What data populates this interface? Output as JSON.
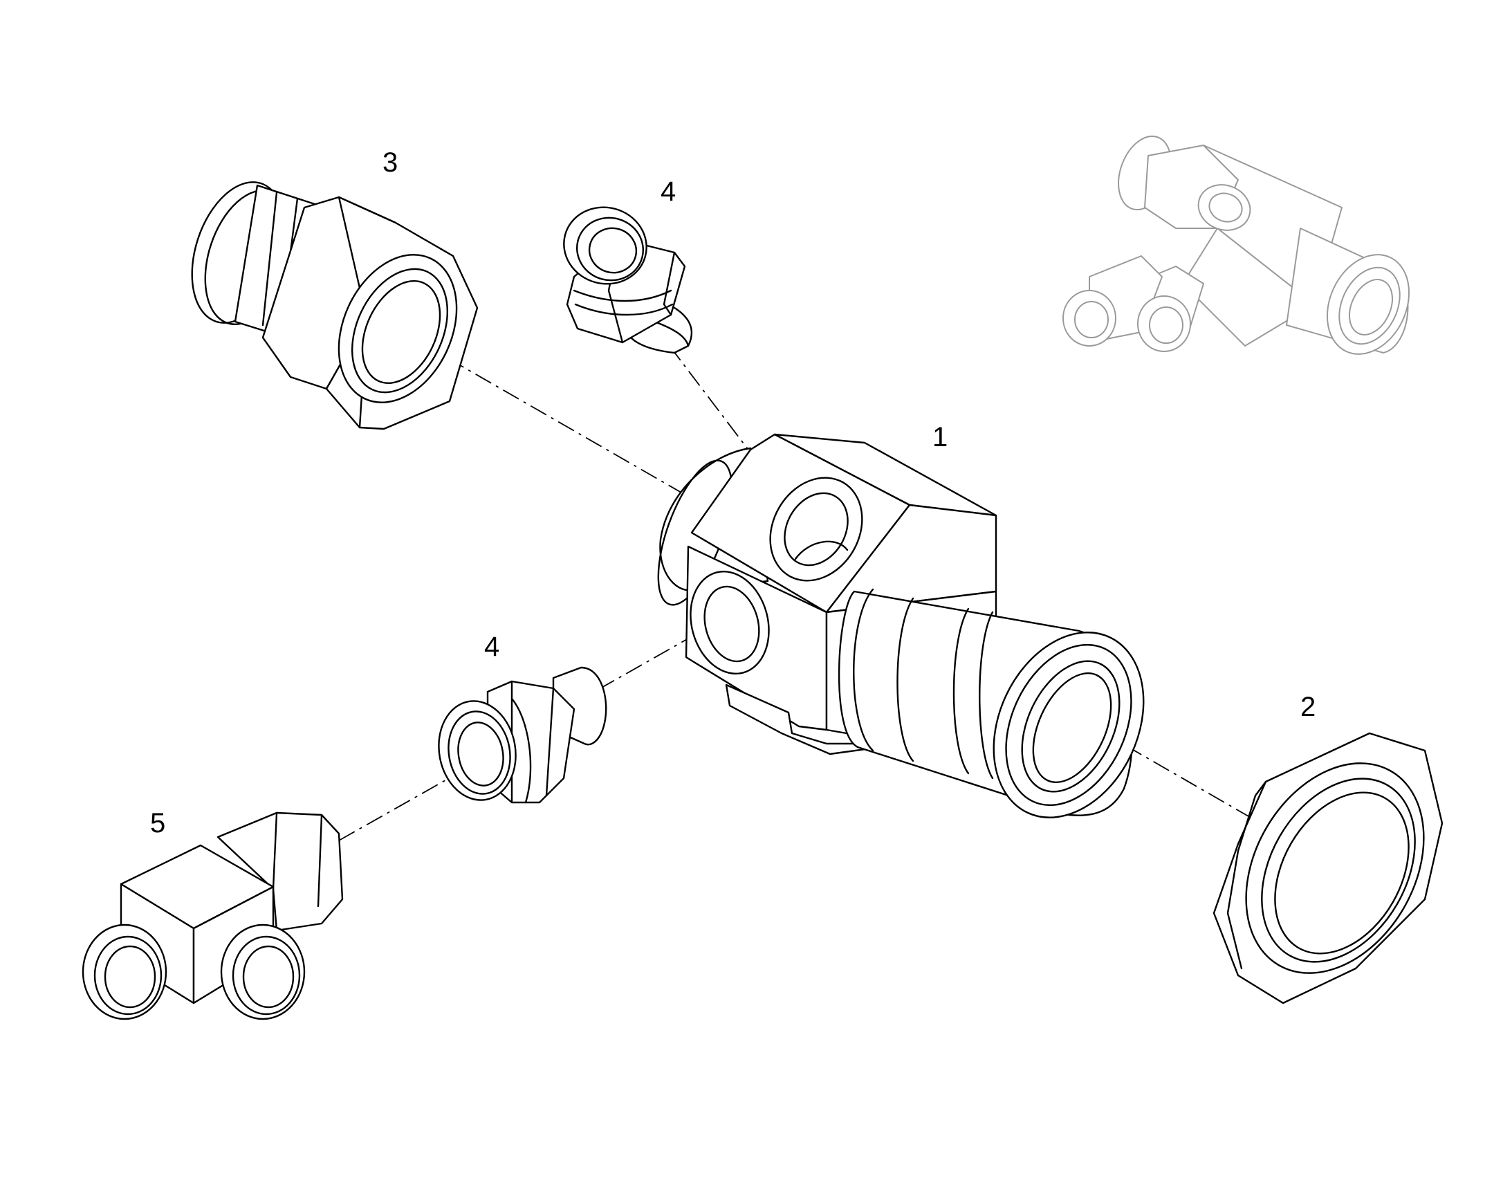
{
  "callouts": [
    {
      "id": "body",
      "number": "1"
    },
    {
      "id": "nut",
      "number": "2"
    },
    {
      "id": "swivel",
      "number": "3"
    },
    {
      "id": "adapter-top",
      "number": "4"
    },
    {
      "id": "adapter-mid",
      "number": "4"
    },
    {
      "id": "tee",
      "number": "5"
    }
  ],
  "colors": {
    "line": "#000000",
    "ghost": "#9a9a9a",
    "background": "#ffffff"
  }
}
